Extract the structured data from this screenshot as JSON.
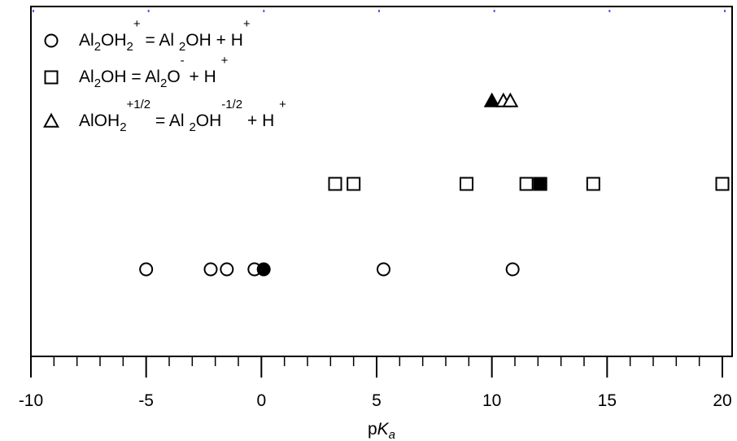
{
  "chart_data": {
    "type": "scatter",
    "xlabel": {
      "p": "p",
      "K": "K",
      "sub": "a"
    },
    "xlim": [
      -10,
      20.3
    ],
    "xticks": [
      -10,
      -5,
      0,
      5,
      10,
      15,
      20
    ],
    "xtick_labels": [
      "-10",
      "-5",
      "0",
      "5",
      "10",
      "15",
      "20"
    ],
    "grid": false,
    "legend_position": "top-left",
    "legend": [
      {
        "marker": "circle",
        "parts": [
          [
            "Al",
            "n"
          ],
          [
            "2",
            "sub"
          ],
          [
            "OH",
            "n"
          ],
          [
            "2",
            "sub"
          ],
          [
            "+",
            "sup"
          ],
          [
            " = Al ",
            "n"
          ],
          [
            "2",
            "sub"
          ],
          [
            "OH + H",
            "n"
          ],
          [
            "+",
            "sup"
          ]
        ]
      },
      {
        "marker": "square",
        "parts": [
          [
            "Al",
            "n"
          ],
          [
            "2",
            "sub"
          ],
          [
            "OH = Al",
            "n"
          ],
          [
            "2",
            "sub"
          ],
          [
            "O",
            "n"
          ],
          [
            "-",
            "sup"
          ],
          [
            " + H ",
            "n"
          ],
          [
            "+",
            "sup"
          ]
        ]
      },
      {
        "marker": "triangle",
        "parts": [
          [
            "AlOH",
            "n"
          ],
          [
            "2",
            "sub"
          ],
          [
            "+1/2",
            "sup"
          ],
          [
            " = Al ",
            "n"
          ],
          [
            "2",
            "sub"
          ],
          [
            "OH",
            "n"
          ],
          [
            "-1/2",
            "sup"
          ],
          [
            " + H ",
            "n"
          ],
          [
            "+",
            "sup"
          ]
        ]
      }
    ],
    "series": [
      {
        "marker": "circle",
        "points": [
          {
            "x": -5.0,
            "filled": false
          },
          {
            "x": -2.2,
            "filled": false
          },
          {
            "x": -1.5,
            "filled": false
          },
          {
            "x": -0.3,
            "filled": false
          },
          {
            "x": 0.1,
            "filled": true
          },
          {
            "x": 5.3,
            "filled": false
          },
          {
            "x": 10.9,
            "filled": false
          }
        ]
      },
      {
        "marker": "square",
        "points": [
          {
            "x": 3.2,
            "filled": false
          },
          {
            "x": 4.0,
            "filled": false
          },
          {
            "x": 8.9,
            "filled": false
          },
          {
            "x": 11.5,
            "filled": false
          },
          {
            "x": 12.1,
            "filled": true
          },
          {
            "x": 14.4,
            "filled": false
          },
          {
            "x": 20.0,
            "filled": false
          }
        ]
      },
      {
        "marker": "triangle",
        "points": [
          {
            "x": 10.0,
            "filled": true
          },
          {
            "x": 10.5,
            "filled": false
          },
          {
            "x": 10.8,
            "filled": false
          }
        ]
      }
    ]
  }
}
